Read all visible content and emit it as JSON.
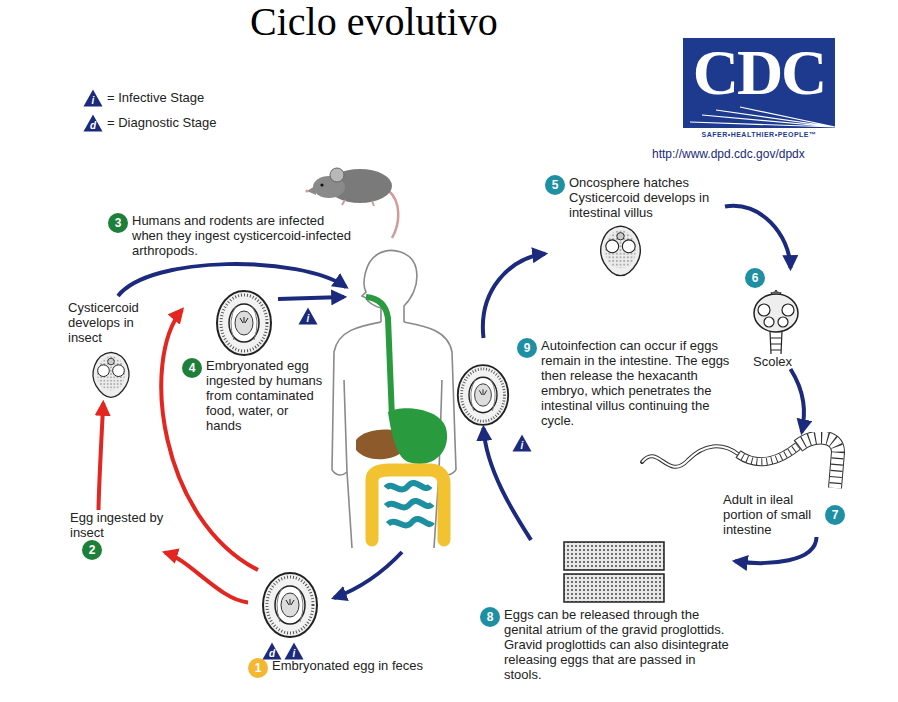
{
  "diagram": {
    "title": "Ciclo evolutivo",
    "nodes": [
      {
        "text": [
          "1",
          "Embryonated egg in feces"
        ]
      },
      {
        "text": [
          "Egg ingested by insect",
          "2"
        ]
      },
      {
        "text": [
          "Cysticercoid develops in insect"
        ]
      },
      {
        "text": [
          "3",
          "Humans and rodents are infected when they ingest cysticercoid-infected arthropods."
        ]
      },
      {
        "text": [
          "4",
          "Embryonated egg ingested by humans from contaminated food, water, or hands"
        ]
      },
      {
        "text": [
          "5",
          "Oncosphere hatches Cysticercoid develops in intestinal villus"
        ]
      },
      {
        "text": [
          "6",
          "Scolex"
        ]
      },
      {
        "text": [
          "Adult in ileal portion of small intestine",
          "7"
        ]
      },
      {
        "text": [
          "8",
          "Eggs can be released through the genital atrium of the gravid proglottids. Gravid proglottids can also disintegrate releasing eggs that are passed in stools."
        ]
      },
      {
        "text": [
          "9",
          "Autoinfection can occur if eggs remain in the intestine. The eggs then release the hexacanth embryo, which penetrates the intestinal villus continuing the cycle."
        ]
      }
    ],
    "edges": [
      {
        "from": 0,
        "to": 1,
        "arrow": "to"
      },
      {
        "from": 1,
        "to": 2,
        "arrow": "to"
      },
      {
        "from": 0,
        "to": 4,
        "arrow": "to"
      },
      {
        "from": 9,
        "to": 5,
        "arrow": "to"
      },
      {
        "from": 5,
        "to": 6,
        "arrow": "to"
      },
      {
        "from": 6,
        "to": 7,
        "arrow": "to"
      },
      {
        "from": 7,
        "to": 8,
        "arrow": "to"
      },
      {
        "from": 8,
        "to": 9,
        "arrow": "to"
      }
    ],
    "labels": [
      "i",
      "d",
      "CDC",
      "SAFER•HEALTHIER•PEOPLE™",
      "http://www.dpd.cdc.gov/dpdx",
      "i",
      "d",
      "i",
      "i"
    ],
    "legend": [
      {
        "text": "= Infective Stage"
      },
      {
        "text": "= Diagnostic Stage"
      }
    ]
  }
}
